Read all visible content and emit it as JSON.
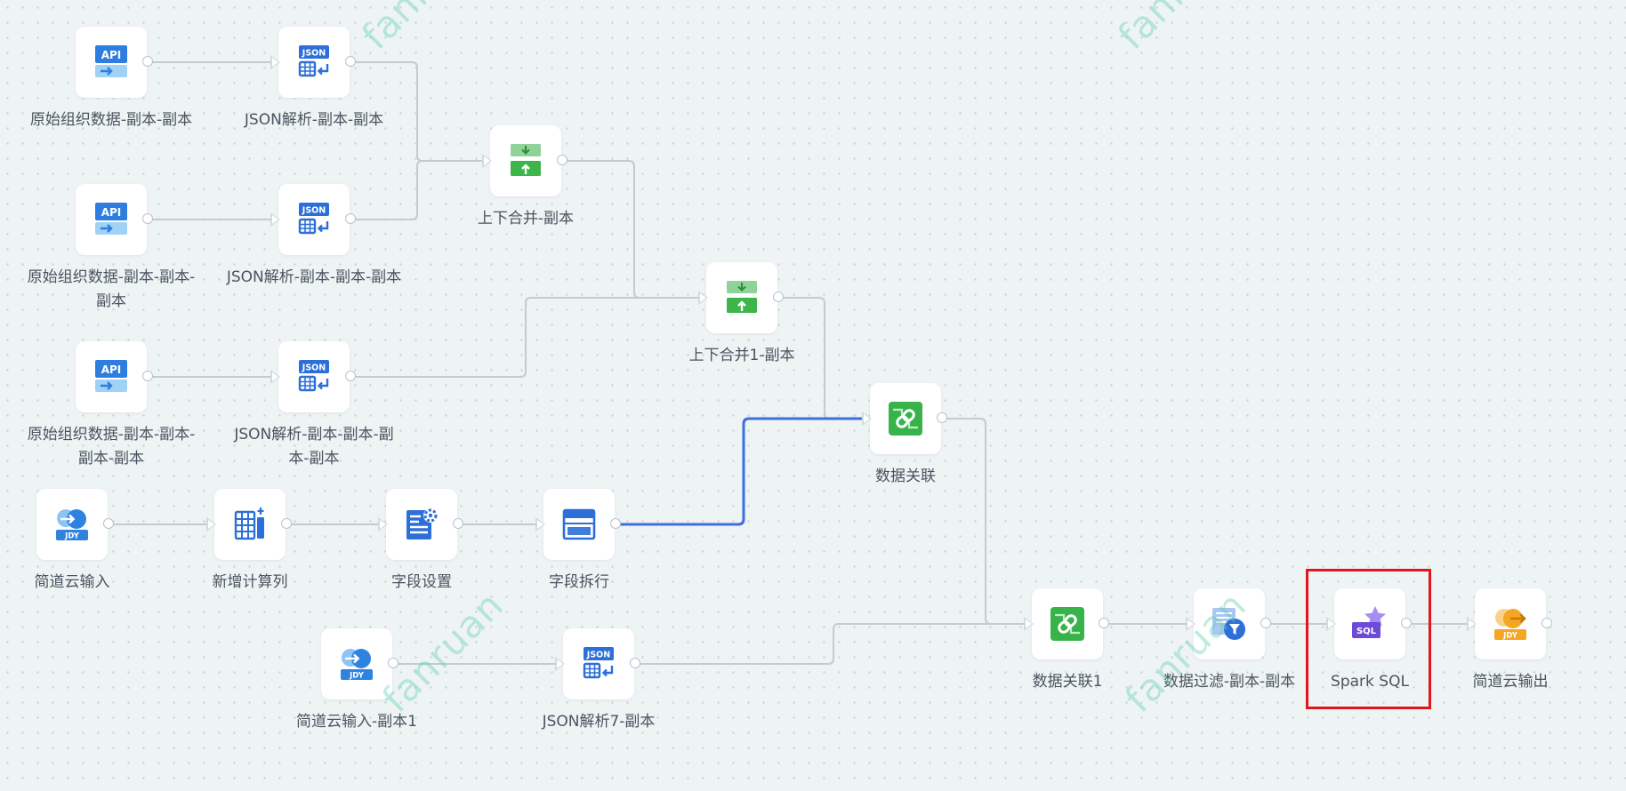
{
  "nodes": [
    {
      "id": "n1",
      "label": "原始组织数据-副本-副本",
      "icon": "api-icon",
      "in_port": false
    },
    {
      "id": "n2",
      "label": "JSON解析-副本-副本",
      "icon": "json-parse-icon",
      "in_port": true
    },
    {
      "id": "n3",
      "label": "原始组织数据-副本-副本-副本",
      "icon": "api-icon",
      "in_port": false
    },
    {
      "id": "n4",
      "label": "JSON解析-副本-副本-副本",
      "icon": "json-parse-icon",
      "in_port": true
    },
    {
      "id": "n5",
      "label": "原始组织数据-副本-副本-副本-副本",
      "icon": "api-icon",
      "in_port": false
    },
    {
      "id": "n6",
      "label": "JSON解析-副本-副本-副本-副本",
      "icon": "json-parse-icon",
      "in_port": true
    },
    {
      "id": "n7",
      "label": "上下合并-副本",
      "icon": "union-icon",
      "in_port": true
    },
    {
      "id": "n8",
      "label": "上下合并1-副本",
      "icon": "union-icon",
      "in_port": true
    },
    {
      "id": "n9",
      "label": "数据关联",
      "icon": "join-icon",
      "in_port": true
    },
    {
      "id": "n10",
      "label": "简道云输入",
      "icon": "jdy-input-icon",
      "in_port": false
    },
    {
      "id": "n11",
      "label": "新增计算列",
      "icon": "add-column-icon",
      "in_port": true
    },
    {
      "id": "n12",
      "label": "字段设置",
      "icon": "field-settings-icon",
      "in_port": true
    },
    {
      "id": "n13",
      "label": "字段拆行",
      "icon": "split-rows-icon",
      "in_port": true
    },
    {
      "id": "n14",
      "label": "简道云输入-副本1",
      "icon": "jdy-input-icon",
      "in_port": false
    },
    {
      "id": "n15",
      "label": "JSON解析7-副本",
      "icon": "json-parse-icon",
      "in_port": true
    },
    {
      "id": "n16",
      "label": "数据关联1",
      "icon": "join-icon",
      "in_port": true
    },
    {
      "id": "n17",
      "label": "数据过滤-副本-副本",
      "icon": "filter-icon",
      "in_port": true
    },
    {
      "id": "n18",
      "label": "Spark SQL",
      "icon": "spark-sql-icon",
      "in_port": true
    },
    {
      "id": "n19",
      "label": "简道云输出",
      "icon": "jdy-output-icon",
      "in_port": true
    }
  ],
  "edges": [
    {
      "from": "n1",
      "to": "n2",
      "active": false
    },
    {
      "from": "n3",
      "to": "n4",
      "active": false
    },
    {
      "from": "n5",
      "to": "n6",
      "active": false
    },
    {
      "from": "n2",
      "to": "n7",
      "active": false
    },
    {
      "from": "n4",
      "to": "n7",
      "active": false
    },
    {
      "from": "n7",
      "to": "n8",
      "active": false
    },
    {
      "from": "n6",
      "to": "n8",
      "active": false
    },
    {
      "from": "n8",
      "to": "n9",
      "active": false
    },
    {
      "from": "n10",
      "to": "n11",
      "active": false
    },
    {
      "from": "n11",
      "to": "n12",
      "active": false
    },
    {
      "from": "n12",
      "to": "n13",
      "active": false
    },
    {
      "from": "n13",
      "to": "n9",
      "active": true
    },
    {
      "from": "n14",
      "to": "n15",
      "active": false
    },
    {
      "from": "n9",
      "to": "n16",
      "active": false
    },
    {
      "from": "n15",
      "to": "n16",
      "active": false
    },
    {
      "from": "n16",
      "to": "n17",
      "active": false
    },
    {
      "from": "n17",
      "to": "n18",
      "active": false
    },
    {
      "from": "n18",
      "to": "n19",
      "active": false
    }
  ],
  "selected_node": "n18",
  "watermark": "fanruan",
  "colors": {
    "edge": "#c3cbd2",
    "edge_active": "#3a70e0",
    "selection": "#e3161b",
    "api_blue": "#2d7ee0",
    "json_blue": "#2d6fd8",
    "union_green": "#3cb54a",
    "join_green": "#37b34a",
    "jdy_blue": "#2f83e0",
    "jdy_orange": "#f5a623",
    "spark_purple": "#6d4ad8"
  }
}
